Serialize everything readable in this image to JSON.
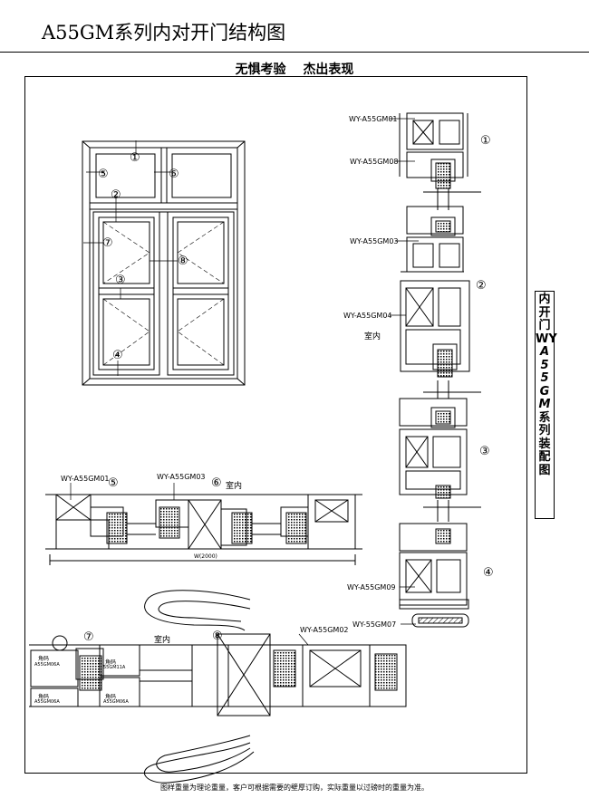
{
  "title": "A55GM系列内对开门结构图",
  "subtitle": [
    "无惧考验",
    "杰出表现"
  ],
  "side_note": [
    "内",
    "开",
    "门",
    "W",
    "Y",
    "A",
    "5",
    "5",
    "G",
    "M",
    "系",
    "列",
    "装",
    "配",
    "图"
  ],
  "footer": "图样重量为理论重量，客户可根据需要的壁厚订购，实际重量以过磅时的重量为准。",
  "elevation_markers": [
    "①",
    "②",
    "③",
    "④",
    "⑤",
    "⑥",
    "⑦",
    "⑧"
  ],
  "section_labels": {
    "v1": "WY-A55GM01",
    "v2": "WY-A55GM08",
    "v3": "WY-A55GM03",
    "v4": "WY-A55GM04",
    "v5": "WY-A55GM09",
    "v6": "WY-55GM07",
    "h1": "WY-A55GM01",
    "h2": "WY-A55GM03",
    "h3": "WY-A55GM02"
  },
  "section_markers": {
    "v1": "①",
    "v2": "②",
    "v3": "③",
    "v4": "④",
    "h5": "⑤",
    "h6": "⑥",
    "h7": "⑦",
    "h8": "⑧"
  },
  "interior_label": "室内",
  "dimension": "W(2000)",
  "corner_code_label": "角码",
  "corner_codes": [
    "A55GM06A",
    "55GM11A",
    "A55GM06A",
    "A55GM06A"
  ]
}
